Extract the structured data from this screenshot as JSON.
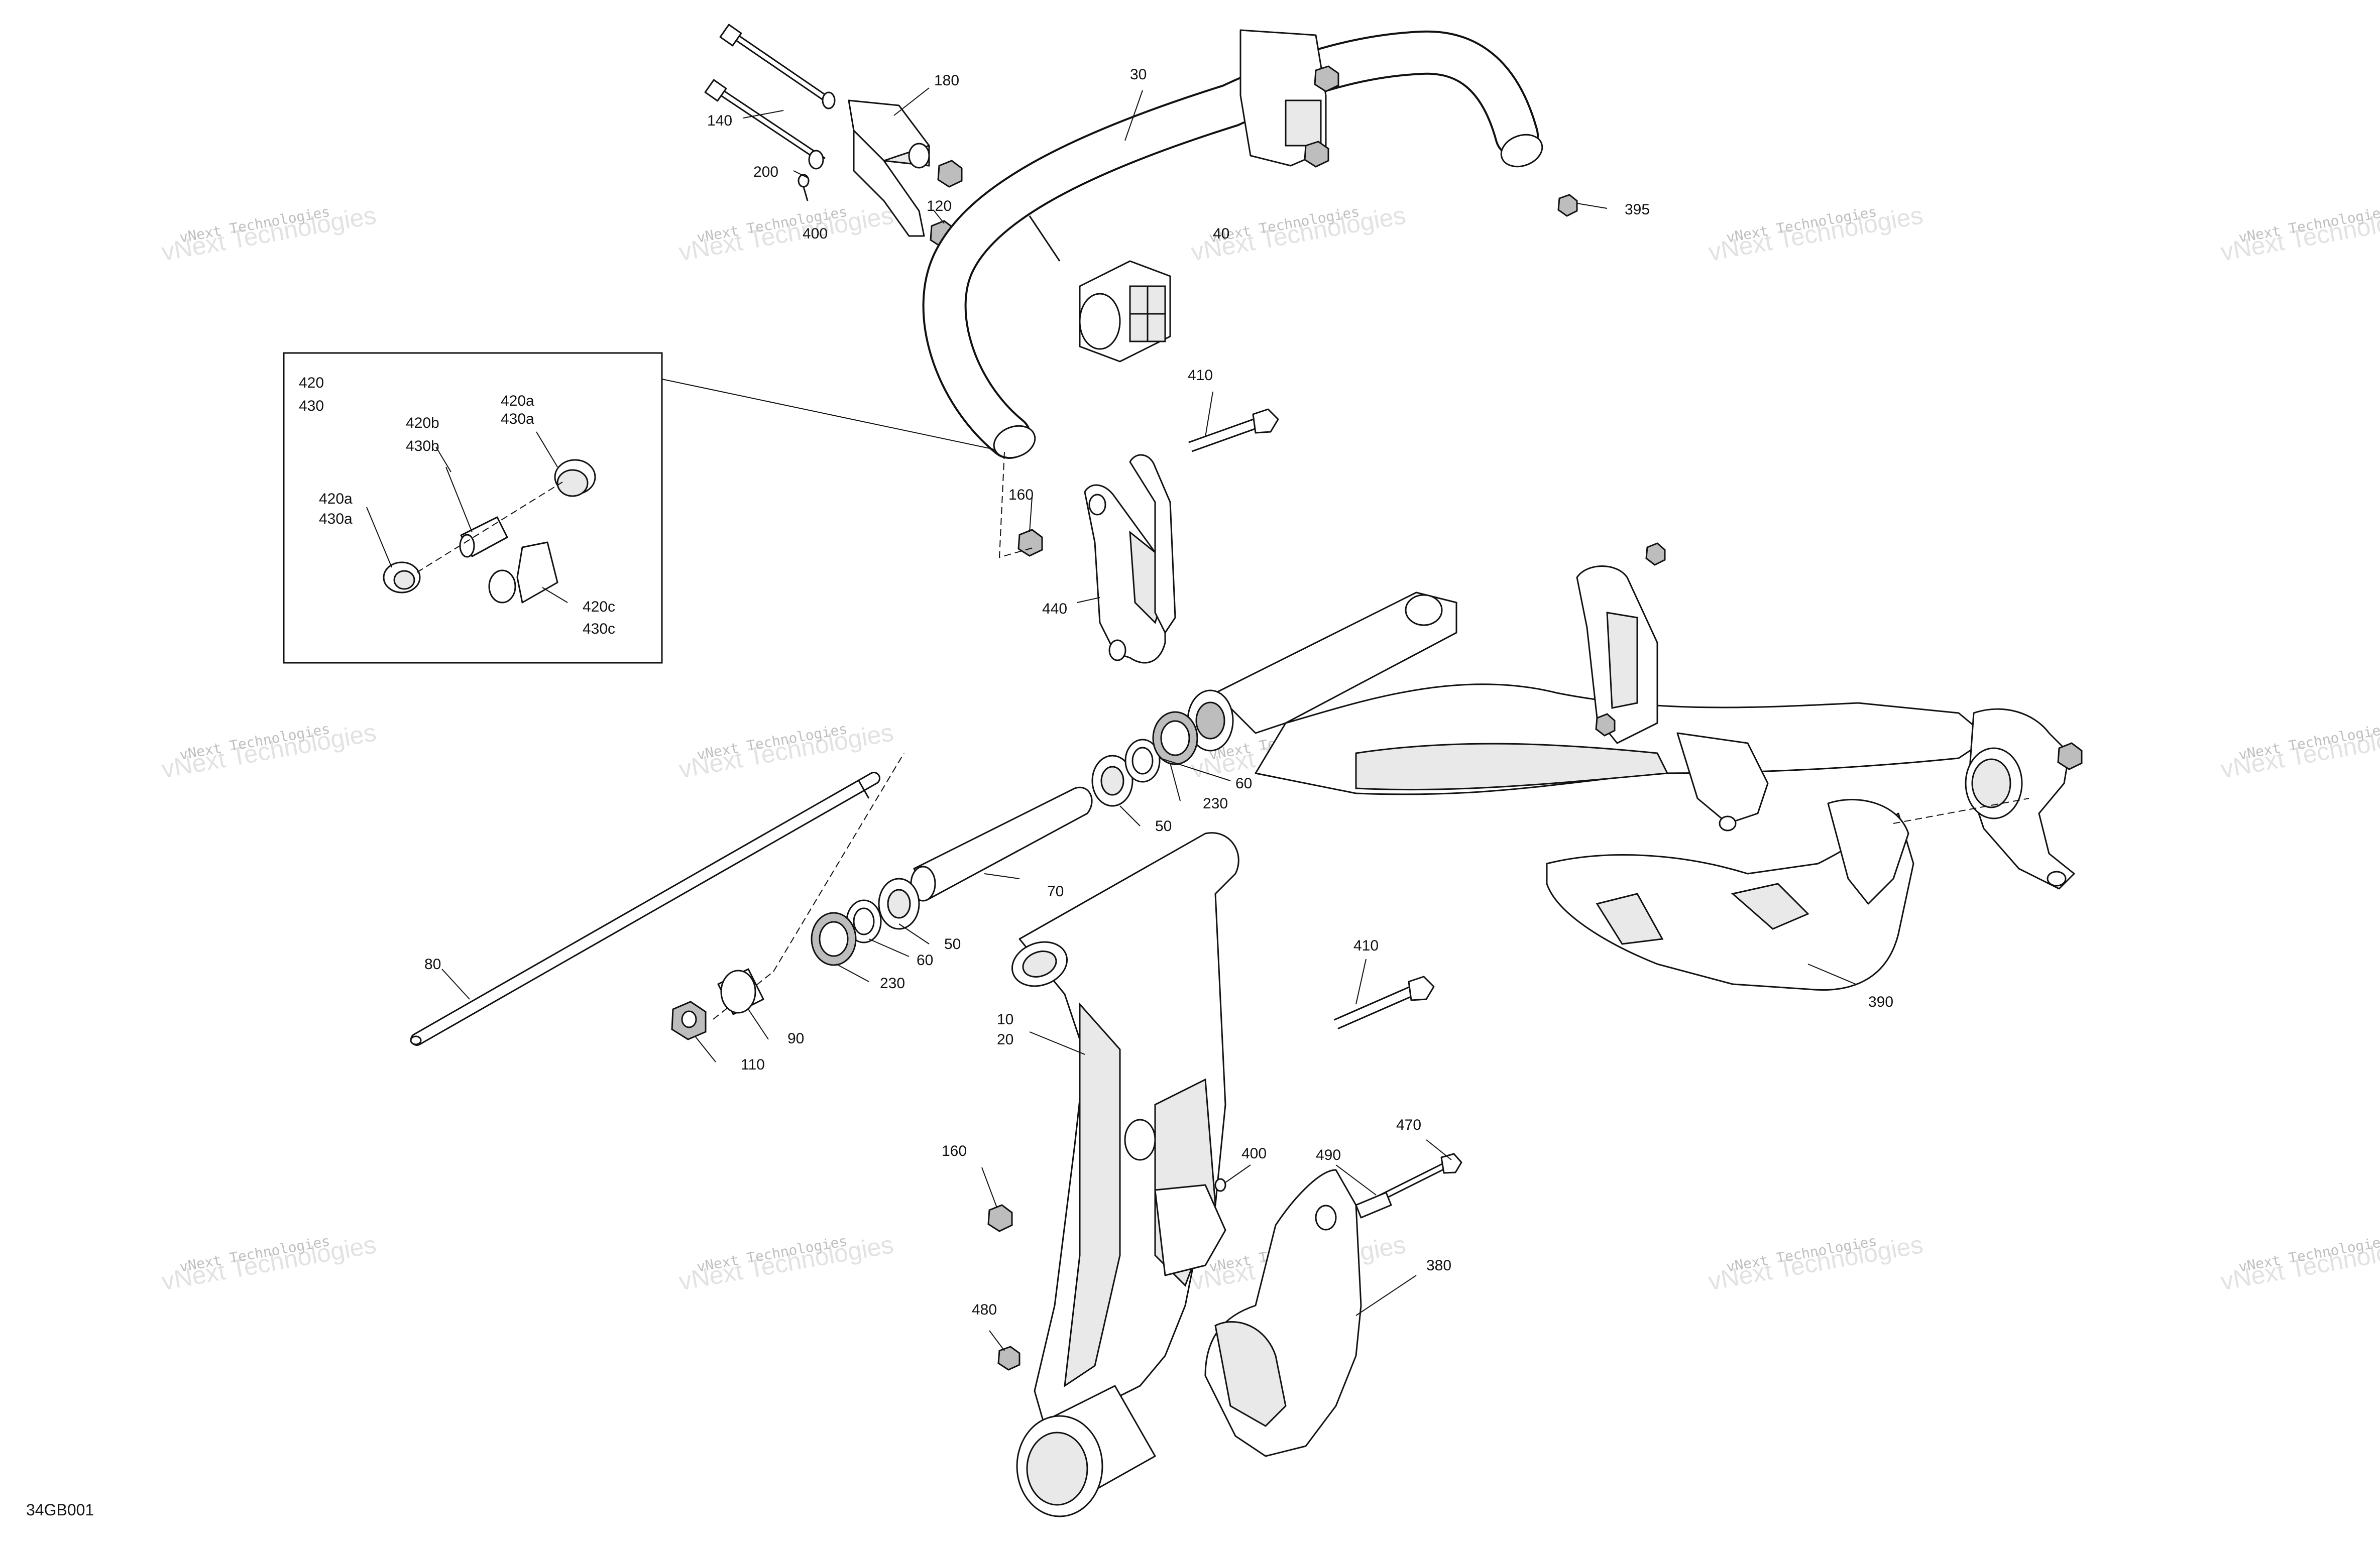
{
  "drawing": {
    "ref_code": "34GB001",
    "watermark_line1": "vNext Technologies",
    "watermark_line2": "vNext Technologies"
  },
  "callouts": {
    "c180": "180",
    "c30": "30",
    "c140": "140",
    "c200": "200",
    "c120": "120",
    "c400a": "400",
    "c40": "40",
    "c395": "395",
    "c410a": "410",
    "c160a": "160",
    "c440": "440",
    "c420": "420",
    "c430": "430",
    "c420b": "420b",
    "c430b": "430b",
    "c420a_top": "420a",
    "c430a_top": "430a",
    "c420a_left": "420a",
    "c430a_left": "430a",
    "c420c": "420c",
    "c430c": "430c",
    "c80": "80",
    "c70": "70",
    "c50a": "50",
    "c230a": "230",
    "c60a": "60",
    "c50b": "50",
    "c60b": "60",
    "c230b": "230",
    "c90": "90",
    "c110": "110",
    "c10": "10",
    "c20": "20",
    "c410b": "410",
    "c390": "390",
    "c160b": "160",
    "c400b": "400",
    "c490": "490",
    "c470": "470",
    "c380": "380",
    "c480": "480"
  }
}
